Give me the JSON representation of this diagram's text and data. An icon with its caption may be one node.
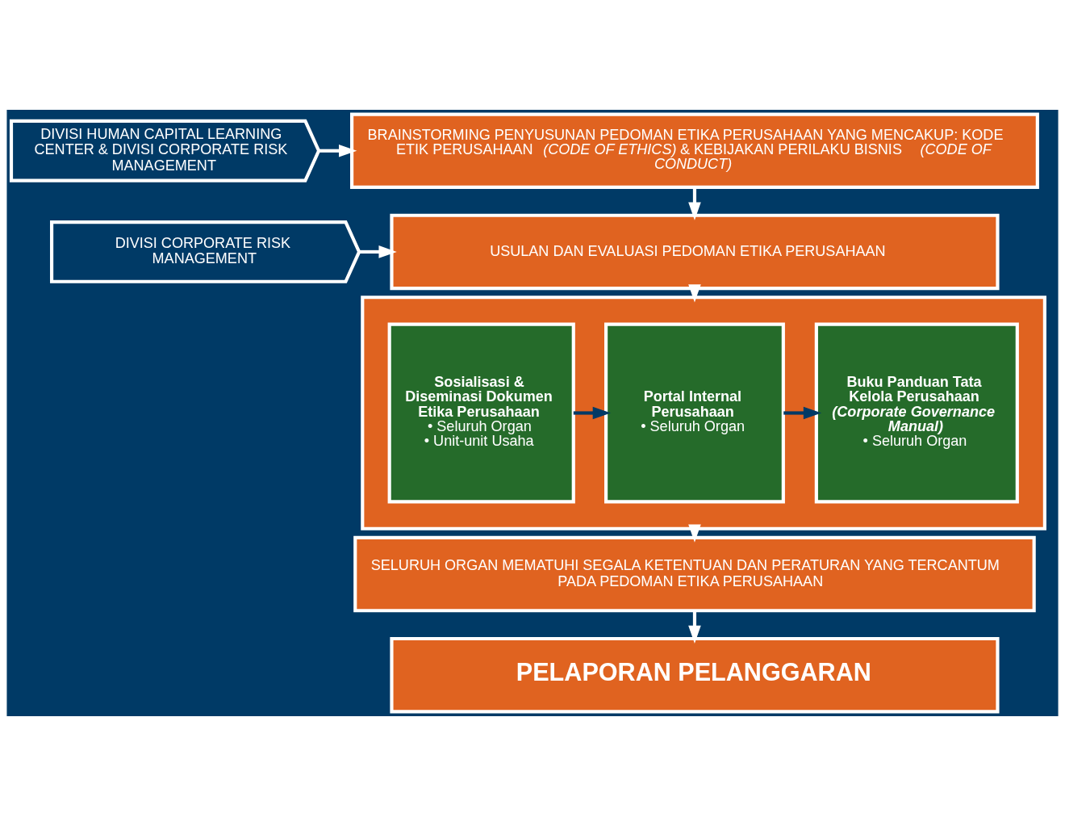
{
  "diagram": {
    "nodes": [
      {
        "text": [
          "DIVISI HUMAN CAPITAL LEARNING CENTER & DIVISI CORPORATE RISK MANAGEMENT"
        ]
      },
      {
        "text": [
          "BRAINSTORMING PENYUSUNAN PEDOMAN ETIKA PERUSAHAAN YANG MENCAKUP: KODE ETIK PERUSAHAAN *(CODE OF ETHICS)* & KEBIJAKAN PERILAKU BISNIS *(CODE OF CONDUCT)*"
        ]
      },
      {
        "text": [
          "DIVISI CORPORATE RISK MANAGEMENT"
        ]
      },
      {
        "text": [
          "USULAN DAN EVALUASI PEDOMAN ETIKA PERUSAHAAN"
        ]
      },
      {
        "text": [],
        "shape": "box"
      },
      {
        "text": [
          "Sosialisasi & Diseminasi Dokumen Etika Perusahaan",
          "• Seluruh Organ",
          "• Unit-unit Usaha"
        ],
        "in": 4
      },
      {
        "text": [
          "Portal Internal Perusahaan",
          "• Seluruh Organ"
        ],
        "in": 4
      },
      {
        "text": [
          "Buku Panduan Tata Kelola Perusahaan *(Corporate Governance Manual)*",
          "• Seluruh Organ"
        ],
        "in": 4
      },
      {
        "text": [
          "SELURUH ORGAN MEMATUHI SEGALA KETENTUAN DAN PERATURAN YANG TERCANTUM PADA PEDOMAN ETIKA PERUSAHAAN"
        ]
      },
      {
        "text": [
          "PELAPORAN PELANGGARAN"
        ]
      }
    ],
    "edges": [
      {
        "from": 0,
        "to": 1,
        "arrow": "to"
      },
      {
        "from": 2,
        "to": 3,
        "arrow": "to"
      },
      {
        "from": 1,
        "to": 3,
        "arrow": "to"
      },
      {
        "from": 3,
        "to": 4,
        "arrow": "to"
      },
      {
        "from": 5,
        "to": 6,
        "arrow": "to",
        "color": "#003a66"
      },
      {
        "from": 6,
        "to": 7,
        "arrow": "to",
        "color": "#003a66"
      },
      {
        "from": 4,
        "to": 8,
        "arrow": "to"
      },
      {
        "from": 8,
        "to": 9,
        "arrow": "to"
      }
    ]
  }
}
